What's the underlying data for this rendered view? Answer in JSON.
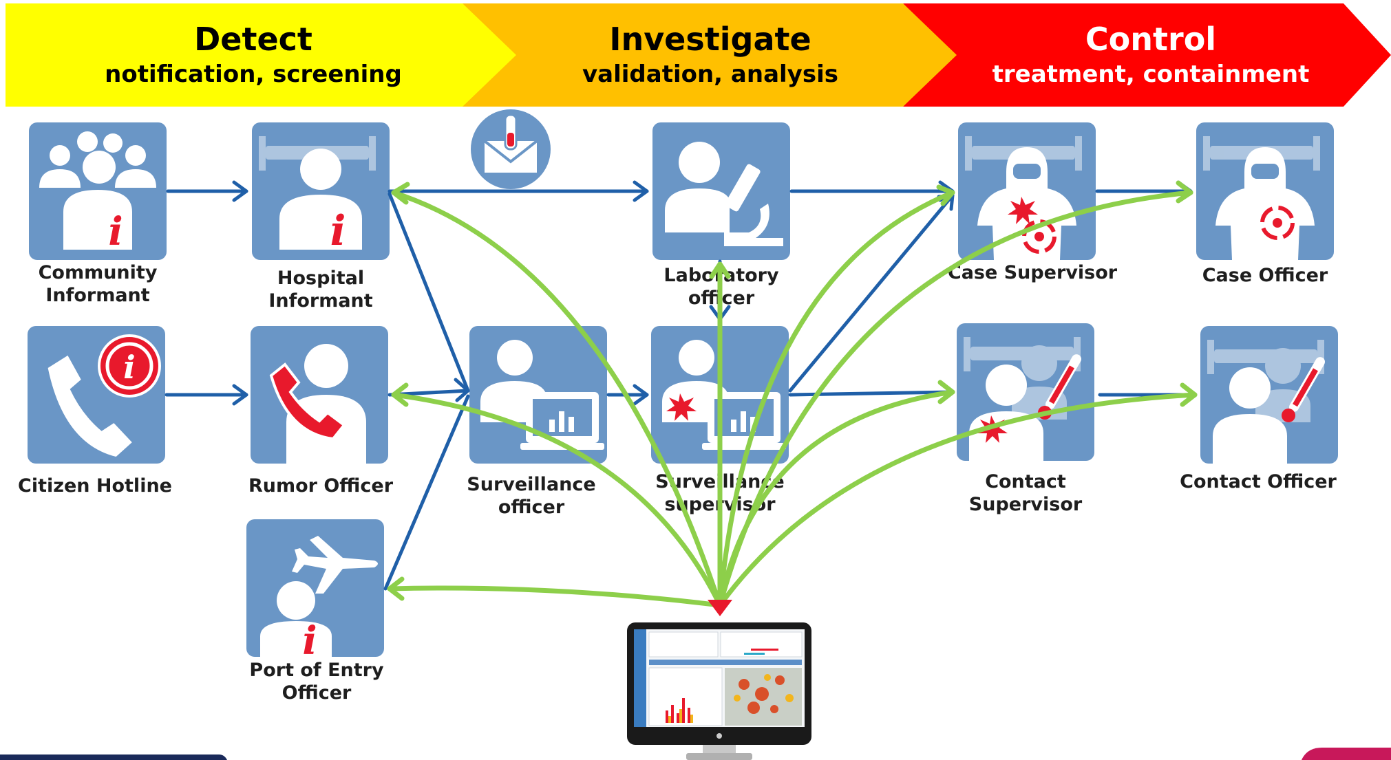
{
  "phases": [
    {
      "title": "Detect",
      "subtitle": "notification, screening",
      "color": "#ffff00"
    },
    {
      "title": "Investigate",
      "subtitle": "validation, analysis",
      "color": "#ffc000"
    },
    {
      "title": "Control",
      "subtitle": "treatment, containment",
      "color": "#ff0000"
    }
  ],
  "nodes": {
    "community_informant": {
      "label": "Community Informant",
      "icon": "community-informant-icon"
    },
    "hospital_informant": {
      "label": "Hospital Informant",
      "icon": "hospital-informant-icon"
    },
    "citizen_hotline": {
      "label": "Citizen Hotline",
      "icon": "phone-info-icon"
    },
    "rumor_officer": {
      "label": "Rumor Officer",
      "icon": "rumor-phone-icon"
    },
    "port_of_entry_officer": {
      "label": "Port of Entry Officer",
      "icon": "airplane-informant-icon"
    },
    "surveillance_officer": {
      "label": "Surveillance officer",
      "icon": "computer-chart-icon"
    },
    "laboratory_officer": {
      "label": "Laboratory officer",
      "icon": "microscope-icon"
    },
    "surveillance_supervisor": {
      "label": "Surveillance supervisor",
      "icon": "computer-chart-alert-icon"
    },
    "case_supervisor": {
      "label": "Case Supervisor",
      "icon": "biohazard-suit-alert-icon"
    },
    "case_officer": {
      "label": "Case Officer",
      "icon": "biohazard-suit-icon"
    },
    "contact_supervisor": {
      "label": "Contact Supervisor",
      "icon": "thermometer-alert-icon"
    },
    "contact_officer": {
      "label": "Contact Officer",
      "icon": "thermometer-icon"
    }
  },
  "sample_badge": {
    "icon": "sample-envelope-icon"
  },
  "central_system": {
    "icon": "dashboard-monitor-icon"
  },
  "colors": {
    "node_fill": "#6a96c6",
    "flow_arrow": "#1f5fa8",
    "data_link": "#8dcf4a",
    "alert_red": "#e8192c"
  }
}
